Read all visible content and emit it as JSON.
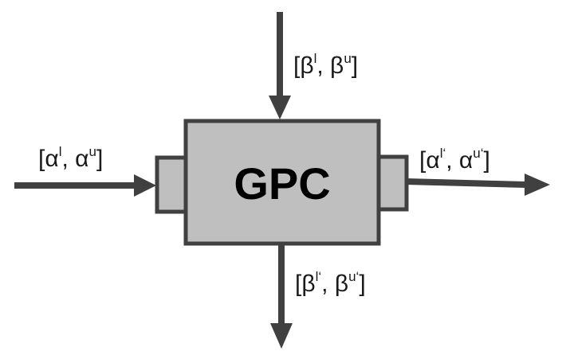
{
  "block": {
    "title": "GPC"
  },
  "labels": {
    "top_input": {
      "open": "[β",
      "sup1": "l",
      "mid": ", β",
      "sup2": "u",
      "close": "]"
    },
    "left_input": {
      "open": "[α",
      "sup1": "l",
      "mid": ", α",
      "sup2": "u",
      "close": "]"
    },
    "right_output": {
      "open": "[α",
      "sup1": "l‘",
      "mid": ", α",
      "sup2": "u‘",
      "close": "]"
    },
    "bottom_output": {
      "open": "[β",
      "sup1": "l‘",
      "mid": ", β",
      "sup2": "u‘",
      "close": "]"
    }
  },
  "colors": {
    "block_fill": "#bfbfbf",
    "stroke": "#404040",
    "text": "#000000"
  }
}
